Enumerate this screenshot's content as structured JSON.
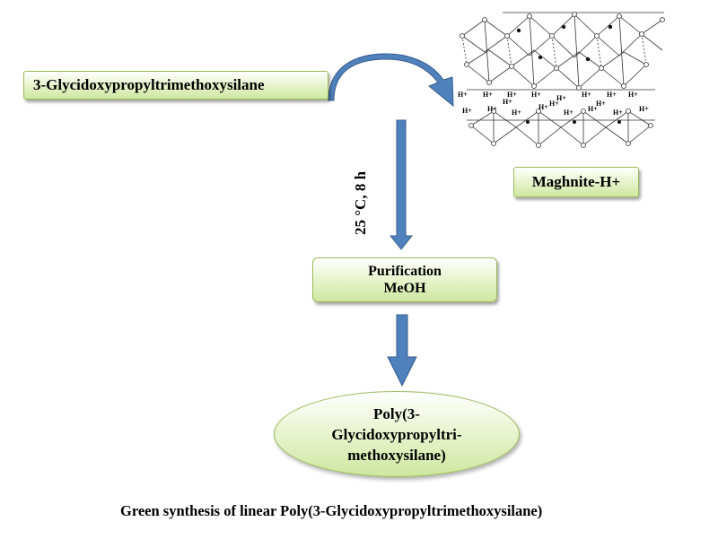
{
  "reactant": {
    "label": "3-Glycidoxypropyltrimethoxysilane"
  },
  "catalyst": {
    "label": "Maghnite-H+"
  },
  "conditions": {
    "label": "25 °C, 8 h"
  },
  "purification": {
    "line1": "Purification",
    "line2": "MeOH"
  },
  "product": {
    "line1": "Poly(3-",
    "line2": "Glycidoxypropyltri-",
    "line3": "methoxysilane)"
  },
  "caption": "Green synthesis of linear Poly(3-Glycidoxypropyltrimethoxysilane)",
  "structure": {
    "proton_label": "H+"
  },
  "colors": {
    "arrow_fill": "#4f81bd",
    "arrow_stroke": "#385d8a",
    "box_border": "#9bbb59",
    "box_fill_light": "#eaf5d2",
    "box_fill_dark": "#cfe7a0"
  }
}
